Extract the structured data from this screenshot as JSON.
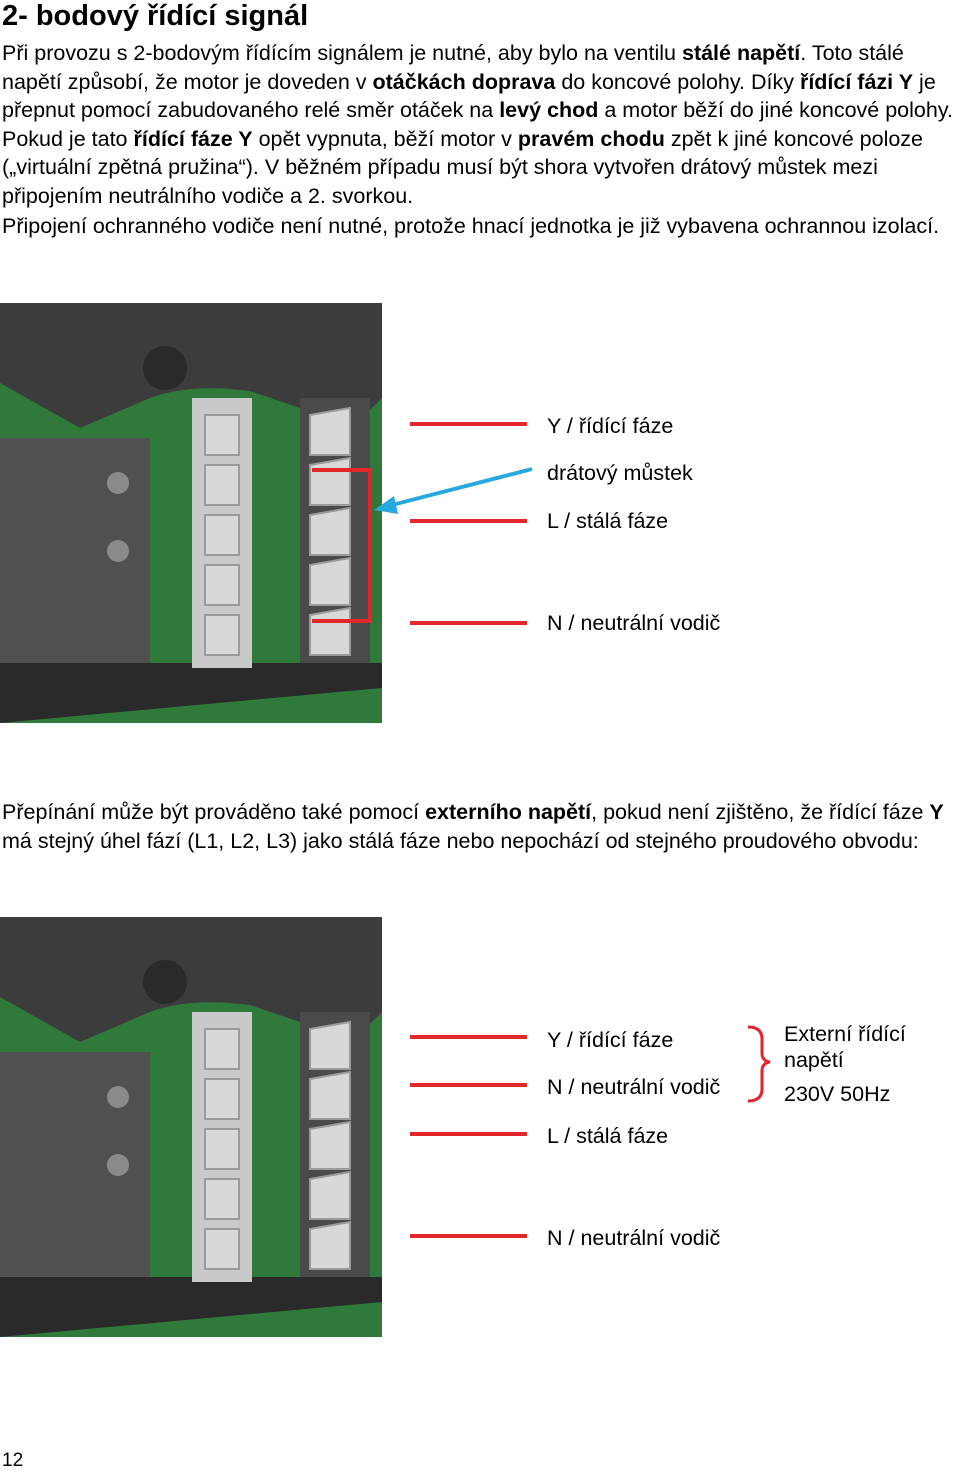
{
  "heading": "2- bodový řídící signál",
  "p1": [
    {
      "t": "Při provozu s 2-bodovým řídícím signálem je nutné, aby bylo na ventilu "
    },
    {
      "t": "stálé napětí",
      "b": true
    },
    {
      "t": ". Toto stálé napětí způsobí, že motor je doveden v "
    },
    {
      "t": "otáčkách doprava",
      "b": true
    },
    {
      "t": " do koncové polohy. Díky "
    },
    {
      "t": "řídící fázi Y",
      "b": true
    },
    {
      "t": " je přepnut pomocí zabudovaného relé směr otáček na "
    },
    {
      "t": "levý chod",
      "b": true
    },
    {
      "t": "  a motor běží do jiné koncové polohy. Pokud je tato "
    },
    {
      "t": "řídící fáze Y",
      "b": true
    },
    {
      "t": " opět vypnuta, běží motor v "
    },
    {
      "t": "pravém chodu",
      "b": true
    },
    {
      "t": " zpět k jiné koncové poloze („virtuální zpětná pružina“). V běžném případu musí být shora vytvořen drátový můstek mezi připojením neutrálního vodiče a 2. svorkou."
    }
  ],
  "p2": "Připojení ochranného vodiče není nutné, protože hnací jednotka je již vybavena ochrannou izolací.",
  "fig1": {
    "labels": [
      "Y / řídící fáze",
      "drátový můstek",
      "L / stálá fáze",
      "N / neutrální vodič"
    ]
  },
  "p3": [
    {
      "t": "Přepínání může být prováděno také pomocí "
    },
    {
      "t": "externího napětí",
      "b": true
    },
    {
      "t": ", pokud není zjištěno, že řídící fáze "
    },
    {
      "t": "Y",
      "b": true
    },
    {
      "t": " má stejný úhel fází (L1, L2, L3) jako stálá fáze nebo nepochází od stejného proudového obvodu:"
    }
  ],
  "fig2": {
    "labels": [
      "Y / řídící fáze",
      "N / neutrální vodič",
      "L / stálá fáze",
      "N / neutrální vodič"
    ],
    "external_line1": "Externí řídící napětí",
    "external_line2": "230V 50Hz"
  },
  "page_number": "12",
  "colors": {
    "pcb_green": "#2f7a3a",
    "housing_dark": "#3c3c3c",
    "terminal_grey": "#c9c9c9",
    "wire_red": "#e3262a",
    "arrow_blue": "#29a8e0"
  }
}
